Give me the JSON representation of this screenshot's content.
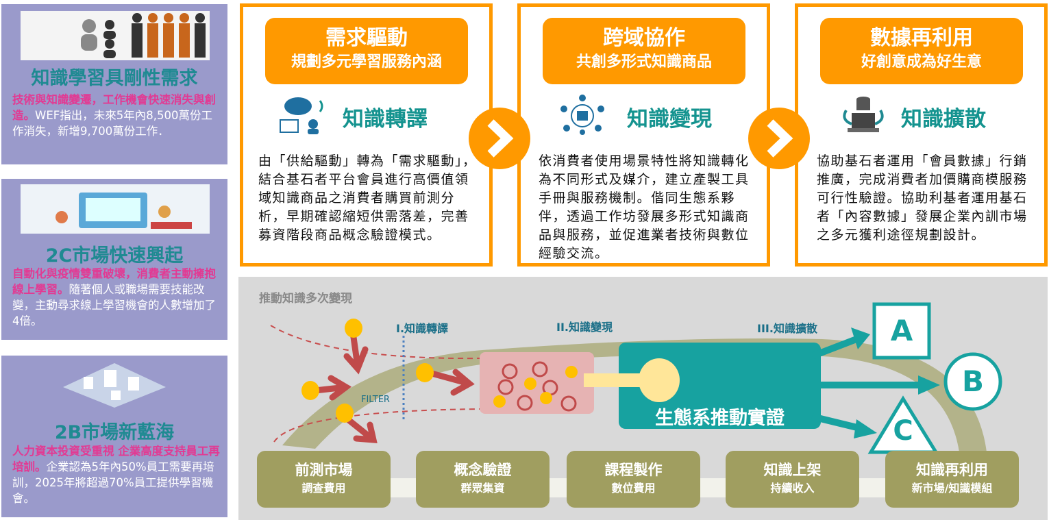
{
  "left_panels": [
    {
      "title": "知識學習具剛性需求",
      "highlight": "技術與知識變遷，工作機會快速消失與創造。",
      "text": "WEF指出，未來5年內8,500萬份工作消失，新增9,700萬份工作．"
    },
    {
      "title": "2C市場快速興起",
      "highlight": "自動化與疫情雙重破壞，消費者主動擁抱線上學習。",
      "text": "隨著個人或職場需要技能改變，主動尋求線上學習機會的人數增加了4倍。"
    },
    {
      "title": "2B市場新藍海",
      "highlight": "人力資本投資受重視  企業高度支持員工再培訓。",
      "text": "企業認為5年內50%員工需要再培訓，2025年將超過70%員工提供學習機會。"
    }
  ],
  "cards": [
    {
      "title": "需求驅動",
      "subtitle": "規劃多元學習服務內涵",
      "heading": "知識轉譯",
      "icon": "cloud-people-icon",
      "body": "由「供給驅動」轉為「需求驅動」，結合基石者平台會員進行高價值領域知識商品之消費者購買前測分析，早期確認縮短供需落差，完善募資階段商品概念驗證模式。"
    },
    {
      "title": "跨域協作",
      "subtitle": "共創多形式知識商品",
      "heading": "知識變現",
      "icon": "network-hub-icon",
      "body": "依消費者使用場景特性將知識轉化為不同形式及媒介，建立產製工具手冊與服務機制。偕同生態系夥伴，透過工作坊發展多形式知識商品與服務，並促進業者技術與數位經驗交流。"
    },
    {
      "title": "數據再利用",
      "subtitle": "好創意成為好生意",
      "heading": "知識擴散",
      "icon": "database-cycle-icon",
      "body": "協助基石者運用「會員數據」行銷推廣，完成消費者加價購商模服務可行性驗證。協助利基者運用基石者「內容數據」發展企業內訓市場之多元獲利途徑規劃設計。"
    }
  ],
  "flow": {
    "title": "推動知識多次變現",
    "stage1": "I.知識轉譯",
    "stage2": "II.知識變現",
    "stage3": "III.知識擴散",
    "filter": "FILTER",
    "ecosystem": "生態系推動實證",
    "outcomes": [
      "A",
      "B",
      "C"
    ],
    "steps": [
      {
        "title": "前測市場",
        "sub": "調查費用"
      },
      {
        "title": "概念驗證",
        "sub": "群眾集資"
      },
      {
        "title": "課程製作",
        "sub": "數位費用"
      },
      {
        "title": "知識上架",
        "sub": "持續收入"
      },
      {
        "title": "知識再利用",
        "sub": "新市場/知識模組"
      }
    ]
  },
  "colors": {
    "orange": "#ff9900",
    "teal": "#17a2a0",
    "purple": "#9a9acb",
    "olive": "#a09e60",
    "magenta": "#e23a93"
  }
}
